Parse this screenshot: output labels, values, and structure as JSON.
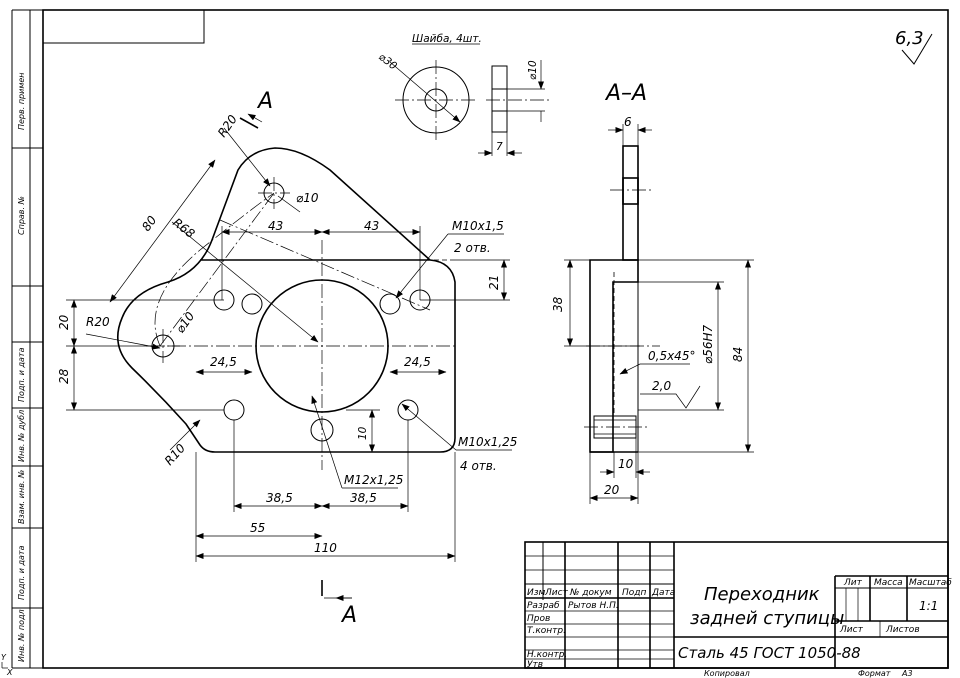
{
  "title_block": {
    "part_name_line1": "Переходник",
    "part_name_line2": "задней ступицы",
    "material": "Сталь 45 ГОСТ 1050-88",
    "scale": "1:1",
    "headers": {
      "izm": "Изм",
      "list": "Лист",
      "doc_no": "№ докум",
      "sign": "Подп",
      "date": "Дата",
      "lit": "Лит",
      "mass": "Масса",
      "scale": "Масштаб",
      "sheet": "Лист",
      "sheets": "Листов"
    },
    "roles": {
      "developed": "Разраб",
      "developer_name": "Рытов Н.П.",
      "checked": "Пров",
      "tech_control": "Т.контр.",
      "norm_control": "Н.контр.",
      "approved": "Утв"
    },
    "copied": "Копировал",
    "format_label": "Формат",
    "format_value": "А3"
  },
  "side_stamps": {
    "perv_primen": "Перв. примен",
    "sprav_no": "Справ. №",
    "podp_data_1": "Подп. и дата",
    "inv_dubl": "Инв. № дубл",
    "vzam_inv": "Взам. инв. №",
    "podp_data_2": "Подп. и дата",
    "inv_podl": "Инв. № подл"
  },
  "roughness": "6,3",
  "roughness_inner": "2,0",
  "section_letter": "А",
  "section_label": "А–А",
  "washer_label": "Шайба, 4шт.",
  "dimensions": {
    "washer_outer": "⌀30",
    "washer_inner": "⌀10",
    "washer_thickness": "7",
    "r20_top": "R20",
    "r20_left": "R20",
    "r10": "R10",
    "r68": "R68",
    "len_80": "80",
    "hole_top": "⌀10",
    "hole_left": "⌀10",
    "d43_left": "43",
    "d43_right": "43",
    "thread_top": "М10x1,5",
    "thread_top_qty": "2 отв.",
    "d21": "21",
    "d20": "20",
    "d28": "28",
    "d245_left": "24,5",
    "d245_right": "24,5",
    "d10_vert": "10",
    "thread_center": "М12x1,25",
    "thread_right": "М10x1,25",
    "thread_right_qty": "4 отв.",
    "d385_left": "38,5",
    "d385_right": "38,5",
    "d55": "55",
    "d110": "110",
    "sec_6": "6",
    "sec_38": "38",
    "sec_chamfer": "0,5x45°",
    "sec_bore": "⌀56H7",
    "sec_84": "84",
    "sec_10": "10",
    "sec_20": "20"
  },
  "axis": {
    "y": "Y",
    "x": "X"
  }
}
